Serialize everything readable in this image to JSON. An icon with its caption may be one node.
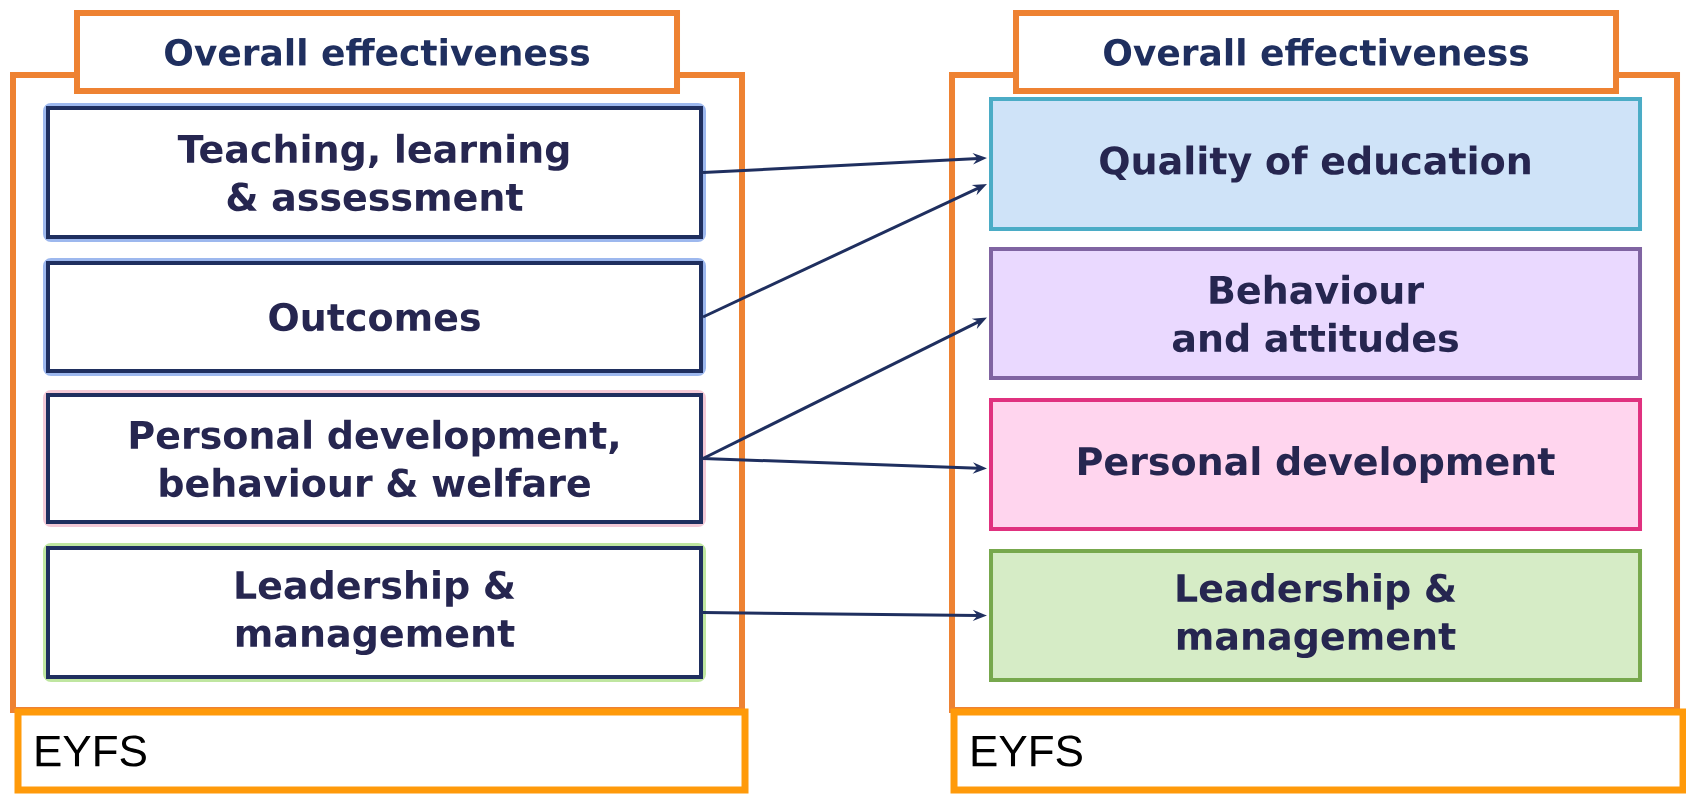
{
  "diagram": {
    "nodes": [
      {
        "text": [
          "Overall effectiveness"
        ]
      },
      {
        "text": [
          "Teaching, learning & assessment"
        ],
        "in": 0
      },
      {
        "text": [
          "Outcomes"
        ],
        "in": 0
      },
      {
        "text": [
          "Personal development, behaviour & welfare"
        ],
        "in": 0
      },
      {
        "text": [
          "Leadership & management"
        ],
        "in": 0
      },
      {
        "text": [
          "EYFS"
        ]
      },
      {
        "text": [
          "Overall effectiveness"
        ]
      },
      {
        "text": [
          "Quality of education"
        ],
        "in": 6
      },
      {
        "text": [
          "Behaviour and attitudes"
        ],
        "in": 6
      },
      {
        "text": [
          "Personal development"
        ],
        "in": 6
      },
      {
        "text": [
          "Leadership & management"
        ],
        "in": 6
      },
      {
        "text": [
          "EYFS"
        ]
      }
    ],
    "edges": [
      {
        "from": 1,
        "to": 7,
        "arrow": "to"
      },
      {
        "from": 2,
        "to": 7,
        "arrow": "to"
      },
      {
        "from": 3,
        "to": 8,
        "arrow": "to"
      },
      {
        "from": 3,
        "to": 9,
        "arrow": "to"
      },
      {
        "from": 4,
        "to": 10,
        "arrow": "to"
      }
    ]
  }
}
